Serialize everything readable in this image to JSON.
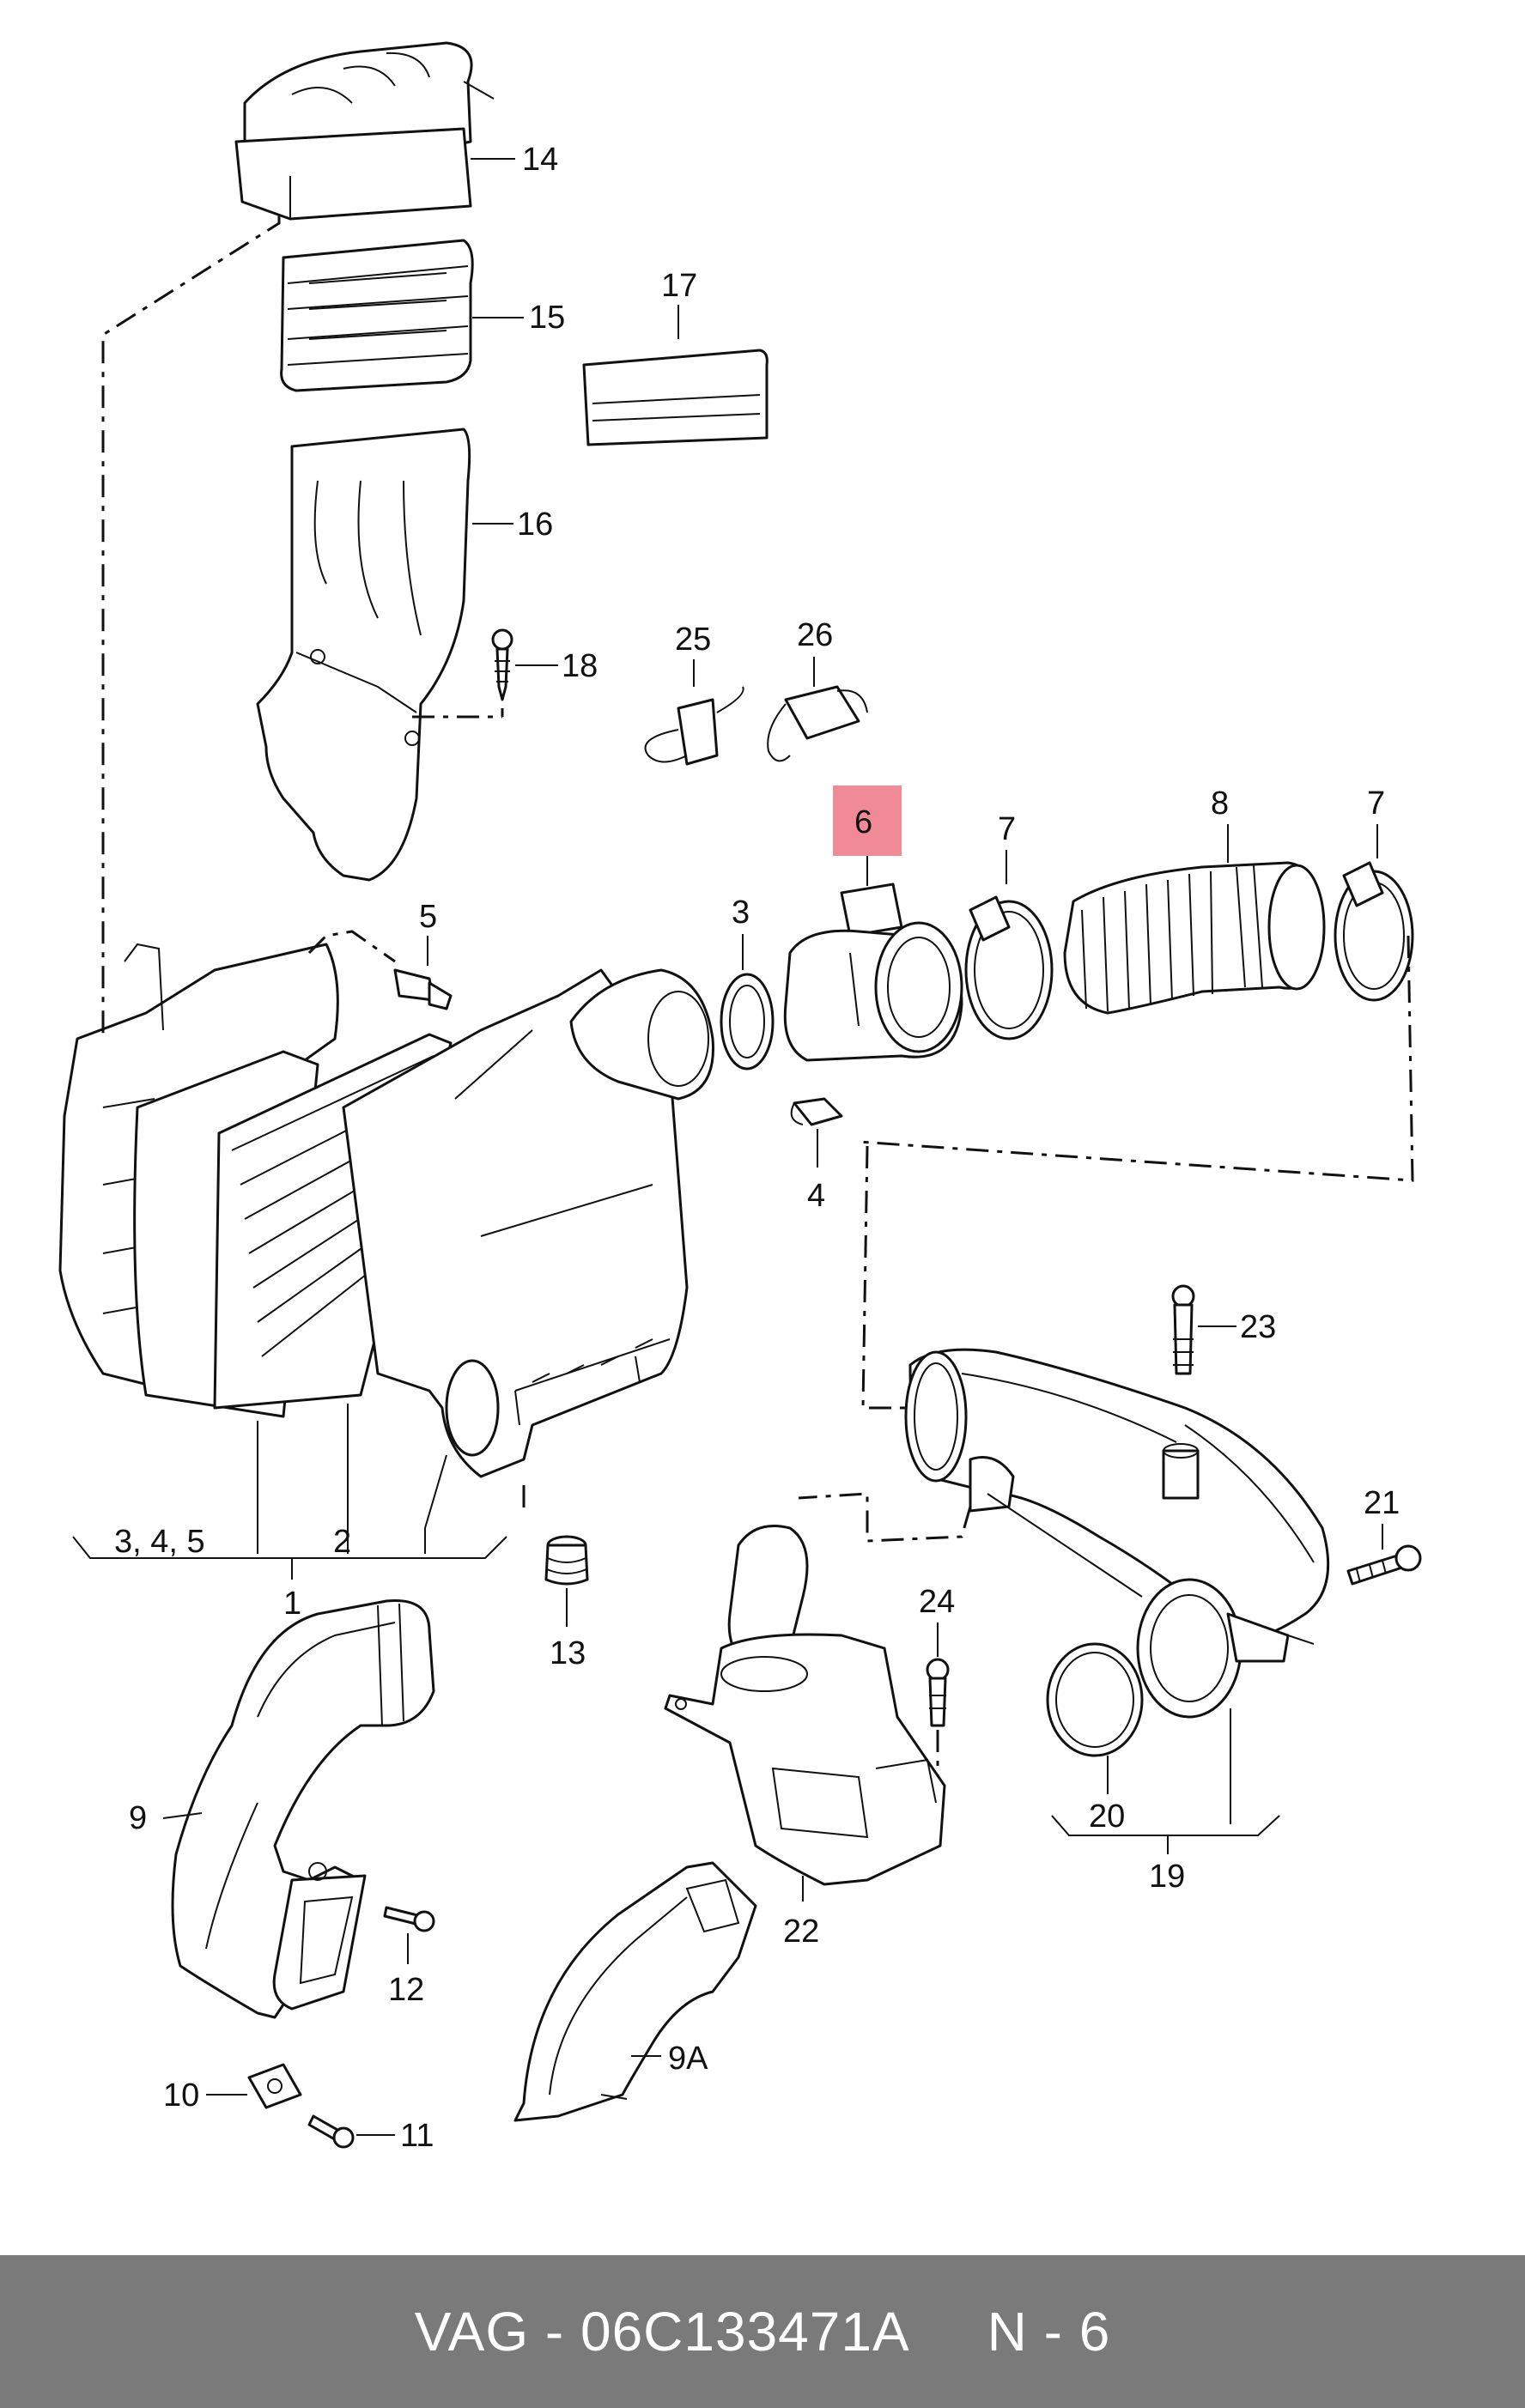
{
  "labels": {
    "p14": "14",
    "p15": "15",
    "p16": "16",
    "p17": "17",
    "p18": "18",
    "p25": "25",
    "p26": "26",
    "p6": "6",
    "p7a": "7",
    "p8": "8",
    "p7b": "7",
    "p5": "5",
    "p3": "3",
    "p4": "4",
    "p23": "23",
    "p21": "21",
    "p345": "3, 4, 5",
    "p2": "2",
    "p1": "1",
    "p13": "13",
    "p24": "24",
    "p20": "20",
    "p19": "19",
    "p22": "22",
    "p9": "9",
    "p12": "12",
    "p10": "10",
    "p11": "11",
    "p9a": "9A"
  },
  "highlight": {
    "label": "6",
    "color": "#f08a96"
  },
  "footer": {
    "part_number": "VAG - 06C133471A",
    "position": "N - 6",
    "background": "#7a7a7a"
  }
}
